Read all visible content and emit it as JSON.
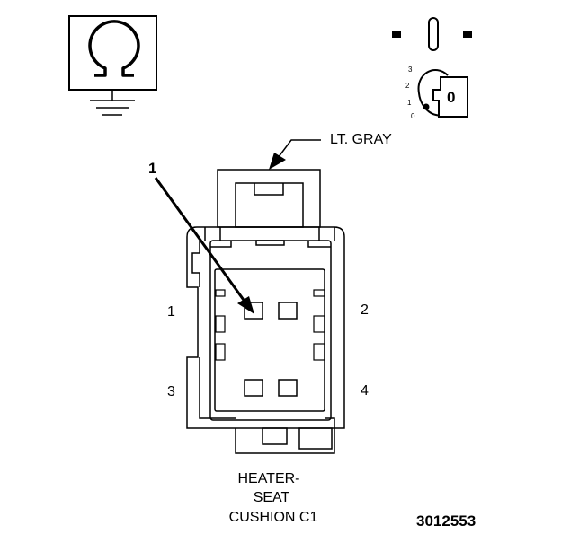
{
  "wire_color_label": "LT. GRAY",
  "callout_number": "1",
  "pin_labels": {
    "pin1": "1",
    "pin2": "2",
    "pin3": "3",
    "pin4": "4"
  },
  "connector_caption": {
    "line1": "HEATER-",
    "line2": "SEAT",
    "line3": "CUSHION C1"
  },
  "figure_number": "3012553",
  "icons": {
    "ohmmeter": "ohm-symbol-with-ground",
    "ignition": "ignition-key-position-0"
  },
  "ignition_switch": {
    "positions": [
      "3",
      "2",
      "1",
      "0"
    ],
    "key_position": "0"
  }
}
